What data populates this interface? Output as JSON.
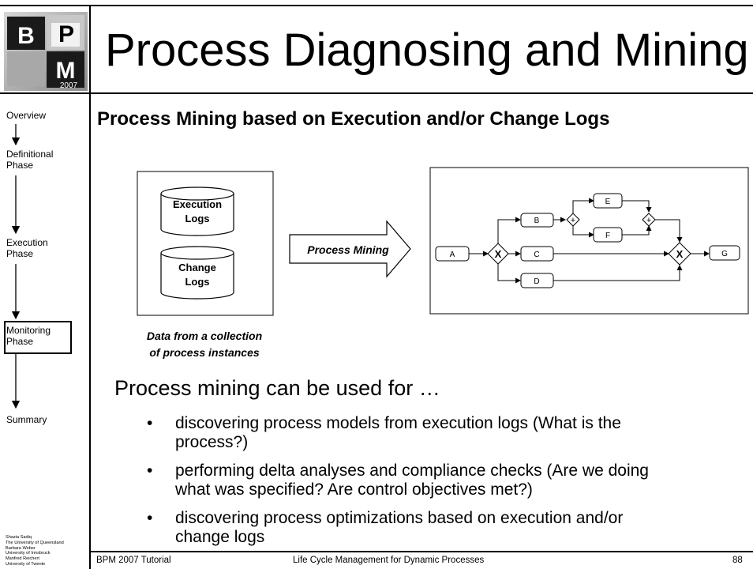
{
  "logo": {
    "letter_b": "B",
    "letter_p": "P",
    "letter_m": "M",
    "year": "2007"
  },
  "title": "Process Diagnosing and Mining",
  "sidebar": {
    "overview": "Overview",
    "definitional": [
      "Definitional",
      "Phase"
    ],
    "execution": [
      "Execution",
      "Phase"
    ],
    "monitoring": [
      "Monitoring",
      "Phase"
    ],
    "summary": "Summary",
    "credits": [
      "Shazia Sadiq",
      "The University of Queensland",
      "Barbara Weber",
      "University of Innsbruck",
      "Manfred Reichert",
      "University of Twente"
    ]
  },
  "subtitle": "Process Mining based on Execution and/or Change Logs",
  "diagram": {
    "execution_logs": [
      "Execution",
      "Logs"
    ],
    "change_logs": [
      "Change",
      "Logs"
    ],
    "arrow_label": "Process Mining",
    "data_caption": [
      "Data from a collection",
      "of process instances"
    ],
    "nodes": {
      "a": "A",
      "b": "B",
      "c": "C",
      "d": "D",
      "e": "E",
      "f": "F",
      "g": "G"
    },
    "gateway_xor": "X",
    "gateway_and": "+"
  },
  "body": {
    "lead": "Process mining can be used for …",
    "bullets": [
      [
        "discovering process models from execution logs (What is the",
        "process?)"
      ],
      [
        "performing delta analyses and compliance checks (Are we doing",
        "what was specified? Are control objectives met?)"
      ],
      [
        "discovering process optimizations based on execution and/or",
        "change logs"
      ]
    ]
  },
  "footer": {
    "left": "BPM 2007 Tutorial",
    "center": "Life Cycle Management for Dynamic Processes",
    "page": "88"
  }
}
